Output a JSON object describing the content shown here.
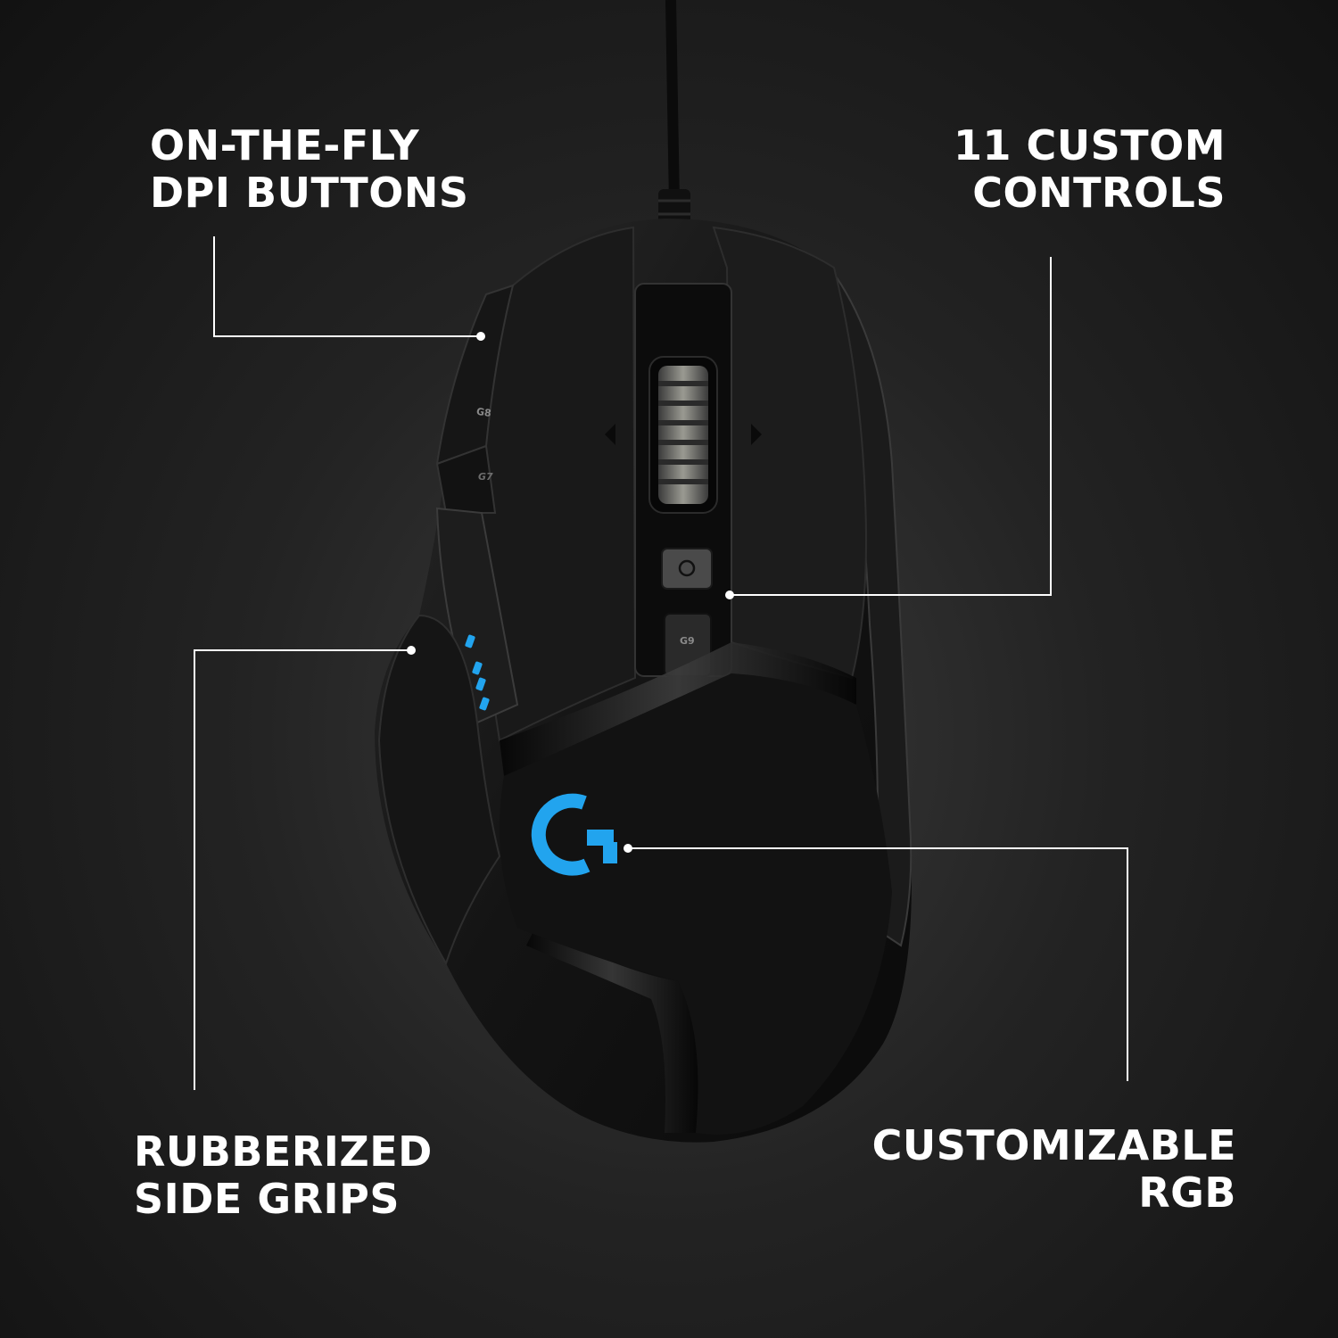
{
  "callouts": {
    "dpi": {
      "line1": "ON-THE-FLY",
      "line2": "DPI BUTTONS"
    },
    "controls": {
      "line1": "11 CUSTOM",
      "line2": "CONTROLS"
    },
    "grips": {
      "line1": "RUBBERIZED",
      "line2": "SIDE GRIPS"
    },
    "rgb": {
      "line1": "CUSTOMIZABLE",
      "line2": "RGB"
    }
  },
  "mouse_buttons": {
    "g8": "G8",
    "g7": "G7",
    "g9": "G9"
  },
  "colors": {
    "accent_rgb": "#22a4ee",
    "callout_line": "#ffffff",
    "background": "#1e1e1e",
    "mouse_body": "#0f0f0f"
  },
  "icons": [
    "scroll-wheel-icon",
    "cycle-icon",
    "logitech-g-logo",
    "tilt-left-arrow-icon",
    "tilt-right-arrow-icon"
  ]
}
